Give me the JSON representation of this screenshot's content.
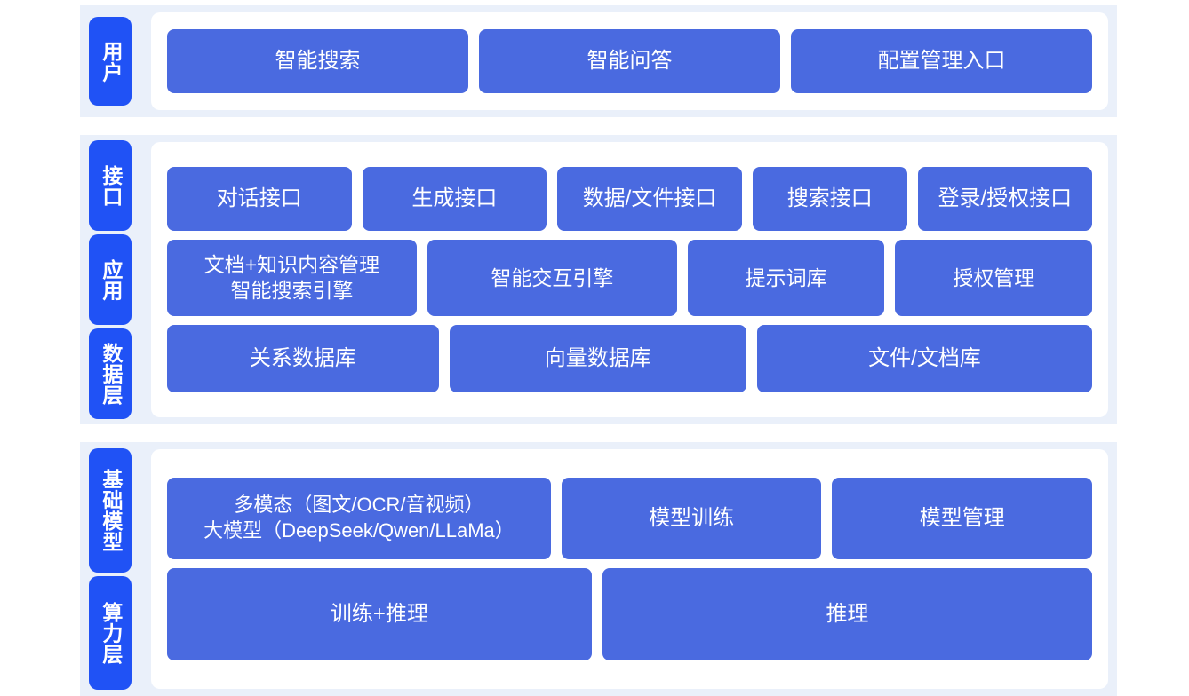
{
  "diagram": {
    "colors": {
      "tab_blue": "#2052f5",
      "block_blue": "#4a6ae0",
      "band_bg": "#eaf0fa",
      "card_bg": "#ffffff",
      "page_bg": "#ffffff",
      "text_on_blue": "#ffffff"
    },
    "sections": [
      {
        "id": "user",
        "tabs": [
          {
            "label": "用户"
          }
        ],
        "rows": [
          {
            "id": "user-row",
            "blocks": [
              {
                "label": "智能搜索",
                "flex": 1
              },
              {
                "label": "智能问答",
                "flex": 1
              },
              {
                "label": "配置管理入口",
                "flex": 1
              }
            ]
          }
        ]
      },
      {
        "id": "middle",
        "tabs": [
          {
            "label": "接口"
          },
          {
            "label": "应用"
          },
          {
            "label": "数据层"
          }
        ],
        "rows": [
          {
            "id": "api-row",
            "blocks": [
              {
                "label": "对话接口",
                "flex": 1
              },
              {
                "label": "生成接口",
                "flex": 1
              },
              {
                "label": "数据/文件接口",
                "flex": 1
              },
              {
                "label": "搜索接口",
                "flex": 0.82
              },
              {
                "label": "登录/授权接口",
                "flex": 0.94
              }
            ]
          },
          {
            "id": "app-row",
            "blocks": [
              {
                "label": "文档+知识内容管理\n智能搜索引擎",
                "flex": 1.1
              },
              {
                "label": "智能交互引擎",
                "flex": 1.1
              },
              {
                "label": "提示词库",
                "flex": 0.85
              },
              {
                "label": "授权管理",
                "flex": 0.85
              }
            ]
          },
          {
            "id": "data-row",
            "blocks": [
              {
                "label": "关系数据库",
                "flex": 1
              },
              {
                "label": "向量数据库",
                "flex": 1.1
              },
              {
                "label": "文件/文档库",
                "flex": 1.25
              }
            ]
          }
        ]
      },
      {
        "id": "base",
        "tabs": [
          {
            "label": "基础模型"
          },
          {
            "label": "算力层"
          }
        ],
        "rows": [
          {
            "id": "model-row",
            "blocks": [
              {
                "label": "多模态（图文/OCR/音视频）\n大模型（DeepSeek/Qwen/LLaMa）",
                "flex": 1.33,
                "multiline": true
              },
              {
                "label": "模型训练",
                "flex": 0.88
              },
              {
                "label": "模型管理",
                "flex": 0.88
              }
            ]
          },
          {
            "id": "compute-row",
            "blocks": [
              {
                "label": "训练+推理",
                "flex": 1
              },
              {
                "label": "推理",
                "flex": 1.16
              }
            ]
          }
        ]
      }
    ]
  }
}
